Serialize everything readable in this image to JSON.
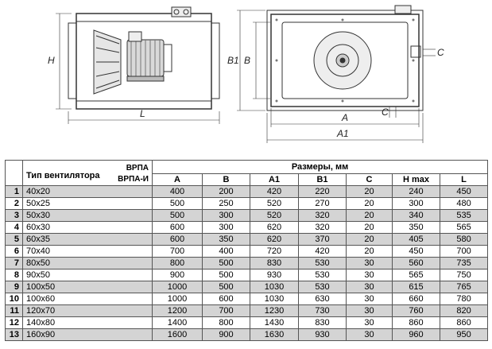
{
  "drawing": {
    "labels": {
      "h": "H",
      "l": "L",
      "b": "B",
      "b1": "B1",
      "a": "A",
      "a1": "A1",
      "c_right": "C",
      "c_bottom": "C"
    }
  },
  "table": {
    "header": {
      "type_label": "Тип вентилятора",
      "variant_1": "ВРПА",
      "variant_2": "ВРПА-И",
      "sizes_label": "Размеры, мм",
      "columns": [
        "A",
        "B",
        "A1",
        "B1",
        "C",
        "H max",
        "L"
      ]
    },
    "rows": [
      {
        "n": "1",
        "type": "40x20",
        "vals": [
          "400",
          "200",
          "420",
          "220",
          "20",
          "240",
          "450"
        ]
      },
      {
        "n": "2",
        "type": "50x25",
        "vals": [
          "500",
          "250",
          "520",
          "270",
          "20",
          "300",
          "480"
        ]
      },
      {
        "n": "3",
        "type": "50x30",
        "vals": [
          "500",
          "300",
          "520",
          "320",
          "20",
          "340",
          "535"
        ]
      },
      {
        "n": "4",
        "type": "60x30",
        "vals": [
          "600",
          "300",
          "620",
          "320",
          "20",
          "350",
          "565"
        ]
      },
      {
        "n": "5",
        "type": "60x35",
        "vals": [
          "600",
          "350",
          "620",
          "370",
          "20",
          "405",
          "580"
        ]
      },
      {
        "n": "6",
        "type": "70x40",
        "vals": [
          "700",
          "400",
          "720",
          "420",
          "20",
          "450",
          "700"
        ]
      },
      {
        "n": "7",
        "type": "80x50",
        "vals": [
          "800",
          "500",
          "830",
          "530",
          "30",
          "560",
          "735"
        ]
      },
      {
        "n": "8",
        "type": "90x50",
        "vals": [
          "900",
          "500",
          "930",
          "530",
          "30",
          "565",
          "750"
        ]
      },
      {
        "n": "9",
        "type": "100x50",
        "vals": [
          "1000",
          "500",
          "1030",
          "530",
          "30",
          "615",
          "765"
        ]
      },
      {
        "n": "10",
        "type": "100x60",
        "vals": [
          "1000",
          "600",
          "1030",
          "630",
          "30",
          "660",
          "780"
        ]
      },
      {
        "n": "11",
        "type": "120x70",
        "vals": [
          "1200",
          "700",
          "1230",
          "730",
          "30",
          "760",
          "820"
        ]
      },
      {
        "n": "12",
        "type": "140x80",
        "vals": [
          "1400",
          "800",
          "1430",
          "830",
          "30",
          "860",
          "860"
        ]
      },
      {
        "n": "13",
        "type": "160x90",
        "vals": [
          "1600",
          "900",
          "1630",
          "930",
          "30",
          "960",
          "950"
        ]
      }
    ]
  }
}
